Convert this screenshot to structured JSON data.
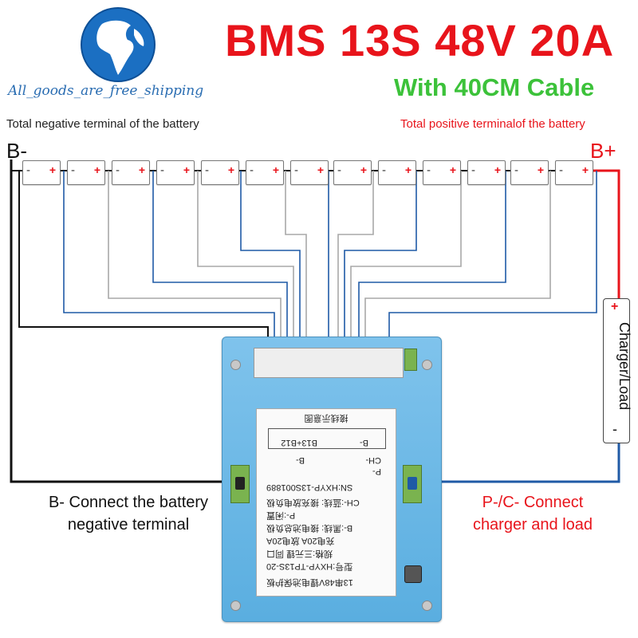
{
  "header": {
    "title": "BMS 13S 48V 20A",
    "subtitle": "With 40CM Cable",
    "store_name": "All_goods_are_free_shipping"
  },
  "terminals": {
    "negative_total": "Total negative terminal of the battery",
    "positive_total": "Total positive terminalof the battery",
    "b_minus": "B-",
    "b_plus": "B+"
  },
  "cells": {
    "count": 13,
    "minus_sign": "-",
    "plus_sign": "+"
  },
  "charger_load": {
    "label": "Charger/Load",
    "plus": "+",
    "minus": "-"
  },
  "notes": {
    "b_minus_line1": "B- Connect the battery",
    "b_minus_line2": "negative terminal",
    "pc_line1": "P-/C- Connect",
    "pc_line2": "charger and load"
  },
  "board_label": {
    "diagram_title": "接线示意图",
    "pin_b13": "B13+B12",
    "pin_b": "B-",
    "pin_ch": "CH-",
    "pin_p": "P-",
    "pin_bm": "B-",
    "sn": "SN:HXYP-13S001889",
    "ch_line": "CH-:蓝线: 接充放电负极",
    "p_line": "P-:闲置",
    "b_line": "B-:黑线: 接电池总负极",
    "charge": "充电20A    放电20A",
    "spec": "规格:三元锂  同口",
    "model": "型号:HXYP-TP13S-20",
    "name": "13串48V锂电池保护板"
  },
  "colors": {
    "title_red": "#e8141b",
    "subtitle_green": "#3cc23a",
    "wire_blue": "#1f5aa6",
    "wire_gray": "#a8a8a8",
    "wire_black": "#111111",
    "wire_red": "#e8141b",
    "board_blue": "#6ab8e6"
  }
}
